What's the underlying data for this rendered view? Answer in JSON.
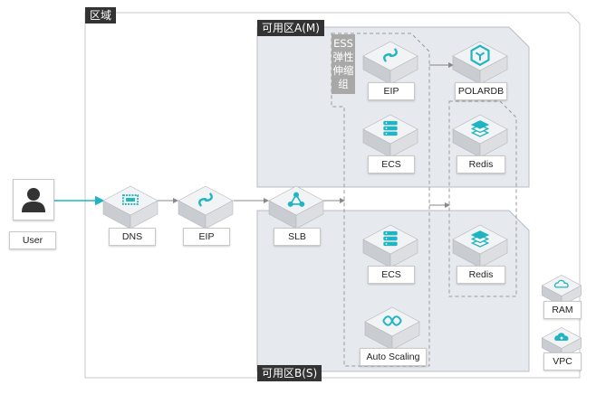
{
  "region": {
    "label": "区域"
  },
  "zones": [
    {
      "id": "zone-a",
      "label": "可用区A(M)"
    },
    {
      "id": "zone-b",
      "label": "可用区B(S)"
    }
  ],
  "scaling_group": {
    "lines": [
      "ESS",
      "弹性",
      "伸缩",
      "组"
    ]
  },
  "nodes": {
    "user": {
      "label": "User",
      "icon": "user-icon"
    },
    "dns": {
      "label": "DNS",
      "icon": "dns-icon"
    },
    "eip_main": {
      "label": "EIP",
      "icon": "eip-icon"
    },
    "slb": {
      "label": "SLB",
      "icon": "slb-icon"
    },
    "eip_a": {
      "label": "EIP",
      "icon": "eip-icon"
    },
    "polardb": {
      "label": "POLARDB",
      "icon": "polardb-icon"
    },
    "ecs_a": {
      "label": "ECS",
      "icon": "ecs-icon"
    },
    "redis_a": {
      "label": "Redis",
      "icon": "redis-icon"
    },
    "ecs_b": {
      "label": "ECS",
      "icon": "ecs-icon"
    },
    "redis_b": {
      "label": "Redis",
      "icon": "redis-icon"
    },
    "auto_scaling": {
      "label": "Auto Scaling",
      "icon": "auto-scaling-icon"
    },
    "ram": {
      "label": "RAM",
      "icon": "ram-icon"
    },
    "vpc": {
      "label": "VPC",
      "icon": "vpc-icon"
    }
  },
  "colors": {
    "accent": "#1fb5c2",
    "zone_fill": "#e6e9ee",
    "cube_top": "#f2f3f5",
    "cube_left": "#c9ccd1",
    "cube_right": "#dcdee2",
    "dark_tag": "#333333",
    "ess_tag": "#a8a8a8"
  }
}
